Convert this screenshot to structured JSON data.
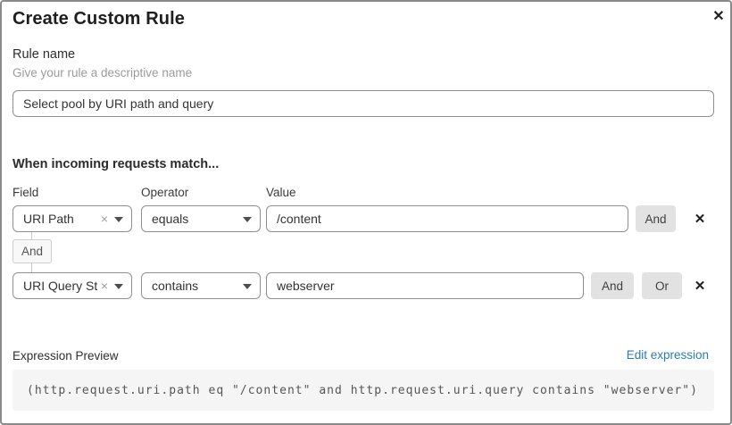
{
  "dialog": {
    "title": "Create Custom Rule"
  },
  "icons": {
    "close": "✕",
    "remove": "✕",
    "clear": "×"
  },
  "rule_name": {
    "label": "Rule name",
    "hint": "Give your rule a descriptive name",
    "value": "Select pool by URI path and query"
  },
  "match": {
    "heading": "When incoming requests match...",
    "columns": {
      "field": "Field",
      "operator": "Operator",
      "value": "Value"
    },
    "rows": [
      {
        "field": "URI Path",
        "operator": "equals",
        "value": "/content"
      },
      {
        "field": "URI Query St...",
        "operator": "contains",
        "value": "webserver"
      }
    ],
    "connector_label": "And",
    "and_label": "And",
    "or_label": "Or"
  },
  "expression": {
    "label": "Expression Preview",
    "edit_link": "Edit expression",
    "code": "(http.request.uri.path eq \"/content\" and http.request.uri.query contains \"webserver\")"
  },
  "colors": {
    "link_blue": "#2b7bb9",
    "button_gray": "#e2e2e2",
    "code_background": "#f5f5f5",
    "dialog_border": "#8a8a8a"
  }
}
